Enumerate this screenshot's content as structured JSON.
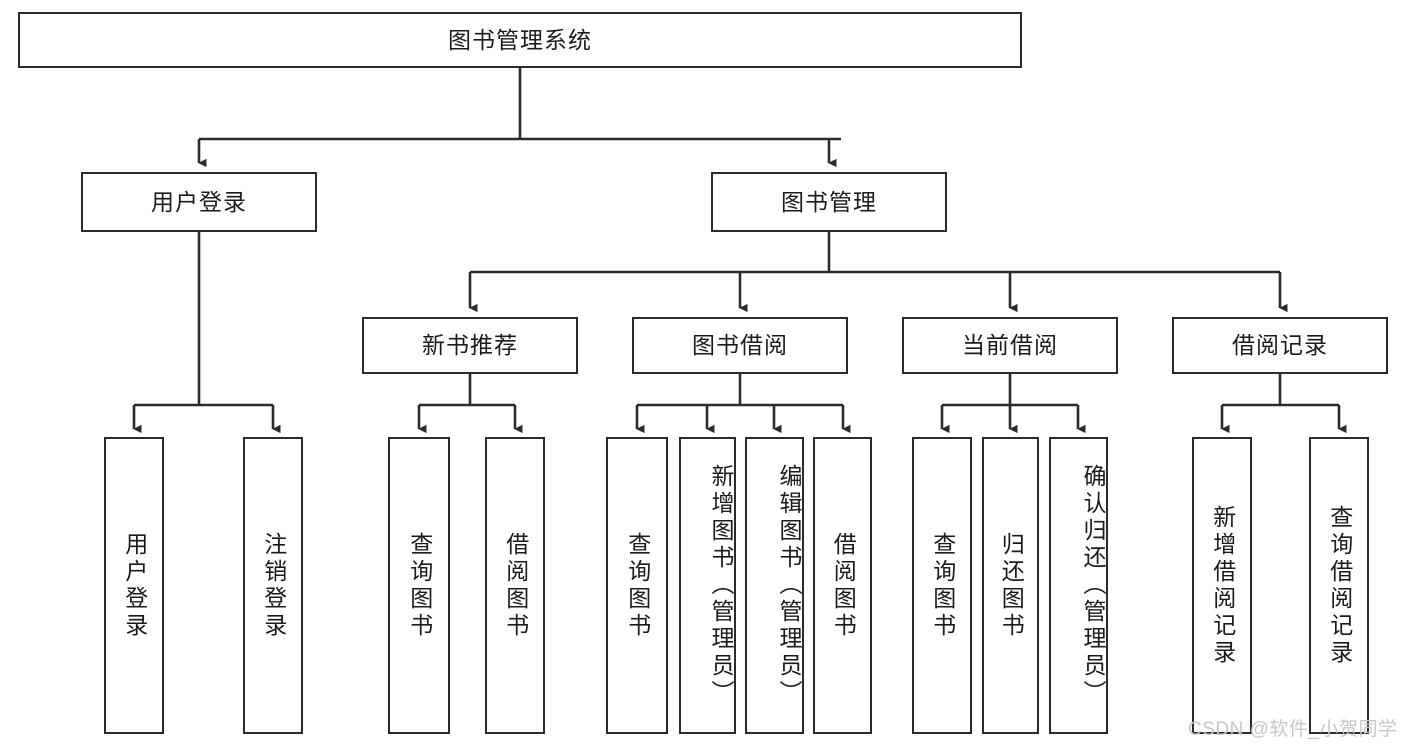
{
  "diagram": {
    "type": "tree",
    "title": "图书管理系统",
    "orientation": "top-down",
    "colors": {
      "box_border": "#2b2b2b",
      "box_fill": "#ffffff",
      "edge": "#2b2b2b",
      "text": "#1b1b1b",
      "watermark": "#c7c7c7",
      "background": "#ffffff"
    }
  },
  "nodes": {
    "root": {
      "label": "图书管理系统"
    },
    "level2": [
      {
        "label": "用户登录"
      },
      {
        "label": "图书管理"
      }
    ],
    "level3": [
      {
        "label": "新书推荐"
      },
      {
        "label": "图书借阅"
      },
      {
        "label": "当前借阅"
      },
      {
        "label": "借阅记录"
      }
    ],
    "leaves": {
      "user_login": [
        {
          "label": "用户登录"
        },
        {
          "label": "注销登录"
        }
      ],
      "new_book_recommend": [
        {
          "label": "查询图书"
        },
        {
          "label": "借阅图书"
        }
      ],
      "book_borrow": [
        {
          "label": "查询图书"
        },
        {
          "label": "新增图书（管理员）"
        },
        {
          "label": "编辑图书（管理员）"
        },
        {
          "label": "借阅图书"
        }
      ],
      "current_borrow": [
        {
          "label": "查询图书"
        },
        {
          "label": "归还图书"
        },
        {
          "label": "确认归还（管理员）"
        }
      ],
      "borrow_record": [
        {
          "label": "新增借阅记录"
        },
        {
          "label": "查询借阅记录"
        }
      ]
    }
  },
  "watermark": {
    "text": "CSDN @软件_小贺同学"
  }
}
